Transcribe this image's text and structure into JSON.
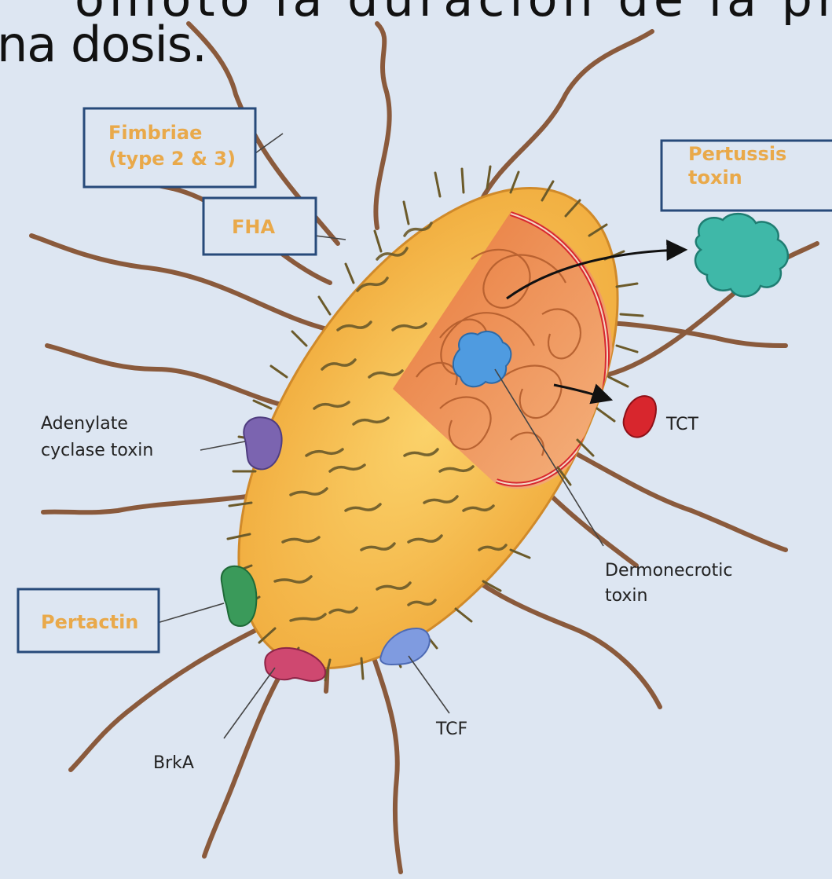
{
  "header": {
    "line1": "omoto la duración de la protección q",
    "line2": "na dosis."
  },
  "labels": {
    "fimbriae_line1": "Fimbriae",
    "fimbriae_line2": "(type 2 & 3)",
    "fha": "FHA",
    "pertussis_line1": "Pertussis",
    "pertussis_line2": "toxin",
    "adenylate_line1": "Adenylate",
    "adenylate_line2": "cyclase toxin",
    "tct": "TCT",
    "dermo_line1": "Dermonecrotic",
    "dermo_line2": "toxin",
    "pertactin": "Pertactin",
    "tcf": "TCF",
    "brka": "BrkA"
  },
  "colors": {
    "background": "#dde6f2",
    "box_border": "#274a7a",
    "box_fill": "#dde6f2",
    "highlight_text": "#e9a94a",
    "body_fill": "#f5c14b",
    "body_interior": "#e9874c",
    "flagella": "#8a5a3c",
    "pertussis_toxin": "#3fb8a8",
    "dermonecrotic_toxin": "#4f9be0",
    "tct": "#d8262d",
    "adenylate_cyclase": "#7b64b0",
    "pertactin": "#3a9a5a",
    "tcf": "#7f9be0",
    "brka": "#cf4870"
  },
  "icons": [
    "bacterium-body",
    "flagellum",
    "pili",
    "protein-blob",
    "arrow"
  ]
}
